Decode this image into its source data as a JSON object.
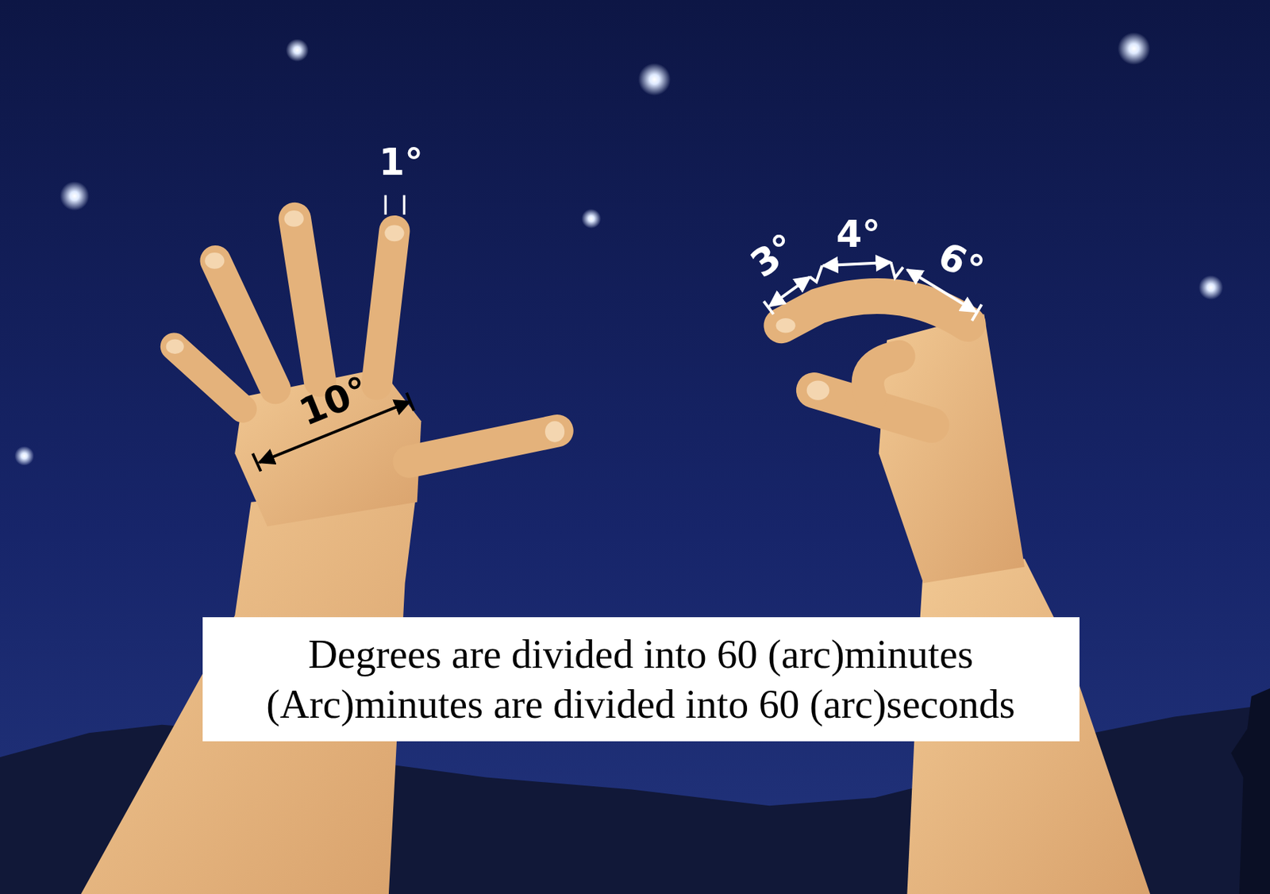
{
  "diagram": {
    "nodes": [
      {
        "text": [
          "Degrees are divided into 60 (arc)minutes",
          "(Arc)minutes are divided into 60 (arc)seconds"
        ]
      }
    ],
    "labels": [
      "1°",
      "10°",
      "3°",
      "4°",
      "6°"
    ]
  }
}
